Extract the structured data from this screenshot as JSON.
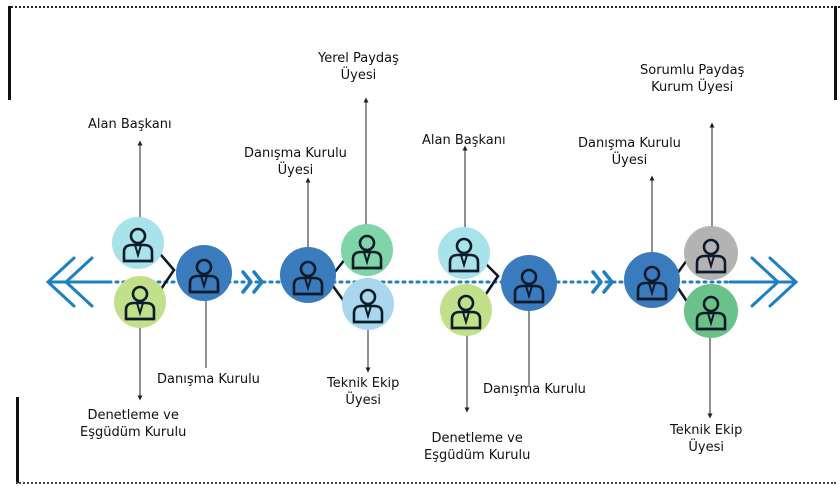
{
  "colors": {
    "arrow_blue": "#1e7fc1",
    "dark_blue": "#3a7bbd",
    "light_cyan": "#a8e2ea",
    "light_green": "#c2e08a",
    "mint_green": "#7fd4a8",
    "sky_blue": "#a9d8ee",
    "gray": "#b3b3b3",
    "green": "#6ac18a"
  },
  "labels": {
    "g1_top": "Alan Başkanı",
    "g1_bottom_line1": "Denetleme ve",
    "g1_bottom_line2": "Eşgüdüm Kurulu",
    "g1_mid": "Danışma Kurulu",
    "g2_top_left_line1": "Danışma Kurulu",
    "g2_top_left_line2": "Üyesi",
    "g2_top_right_line1": "Yerel Paydaş",
    "g2_top_right_line2": "Üyesi",
    "g2_bottom_line1": "Teknik Ekip",
    "g2_bottom_line2": "Üyesi",
    "g3_top": "Alan Başkanı",
    "g3_bottom_line1": "Denetleme ve",
    "g3_bottom_line2": "Eşgüdüm Kurulu",
    "g3_mid": "Danışma Kurulu",
    "g4_top_left_line1": "Danışma Kurulu",
    "g4_top_left_line2": "Üyesi",
    "g4_top_right_line1": "Sorumlu Paydaş",
    "g4_top_right_line2": "Kurum Üyesi",
    "g4_bottom_line1": "Teknik Ekip",
    "g4_bottom_line2": "Üyesi"
  },
  "nodes": [
    {
      "id": "g1-top",
      "color": "light_cyan",
      "icon": "person-icon"
    },
    {
      "id": "g1-bottom",
      "color": "light_green",
      "icon": "person-icon"
    },
    {
      "id": "g1-right",
      "color": "dark_blue",
      "icon": "person-icon"
    },
    {
      "id": "g2-left",
      "color": "dark_blue",
      "icon": "person-icon"
    },
    {
      "id": "g2-top",
      "color": "mint_green",
      "icon": "person-icon"
    },
    {
      "id": "g2-bottom",
      "color": "sky_blue",
      "icon": "person-icon"
    },
    {
      "id": "g3-top",
      "color": "light_cyan",
      "icon": "person-icon"
    },
    {
      "id": "g3-bottom",
      "color": "light_green",
      "icon": "person-icon"
    },
    {
      "id": "g3-right",
      "color": "dark_blue",
      "icon": "person-icon"
    },
    {
      "id": "g4-left",
      "color": "dark_blue",
      "icon": "person-icon"
    },
    {
      "id": "g4-top",
      "color": "gray",
      "icon": "person-icon"
    },
    {
      "id": "g4-bottom",
      "color": "green",
      "icon": "person-icon"
    }
  ]
}
